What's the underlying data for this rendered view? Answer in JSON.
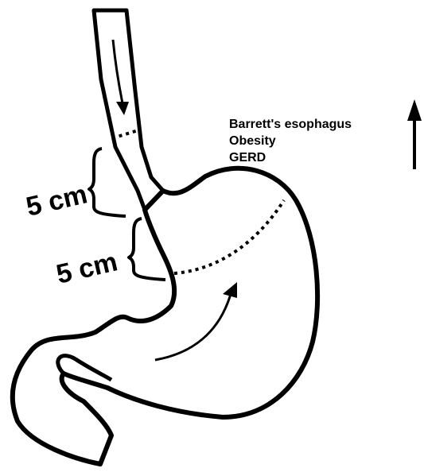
{
  "diagram": {
    "conditions": [
      "Barrett's esophagus",
      "Obesity",
      "GERD"
    ],
    "upper_measure": "5 cm",
    "lower_measure": "5 cm",
    "colors": {
      "stroke": "#000000",
      "background": "#ffffff"
    }
  }
}
